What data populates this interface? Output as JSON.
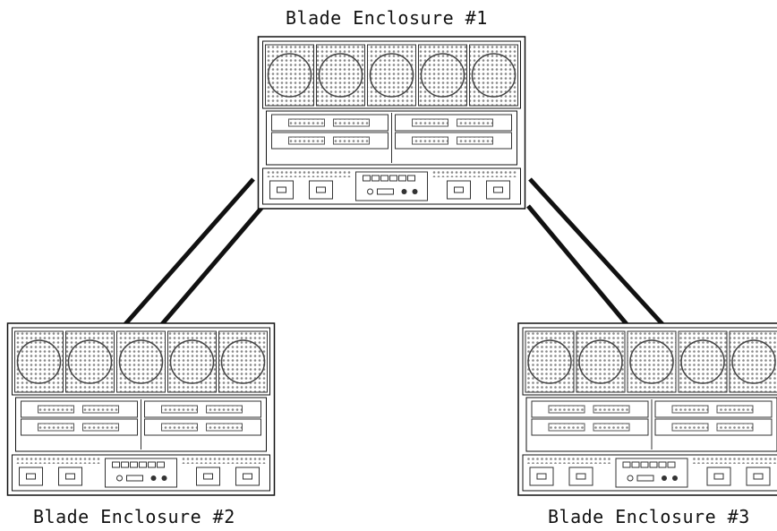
{
  "enclosures": [
    {
      "label": "Blade Enclosure #1"
    },
    {
      "label": "Blade Enclosure #2"
    },
    {
      "label": "Blade Enclosure #3"
    }
  ],
  "connections": [
    {
      "from": "Blade Enclosure #1",
      "to": "Blade Enclosure #2",
      "cables": 2
    },
    {
      "from": "Blade Enclosure #1",
      "to": "Blade Enclosure #3",
      "cables": 2
    }
  ],
  "colors": {
    "line": "#111111",
    "background": "#ffffff"
  }
}
